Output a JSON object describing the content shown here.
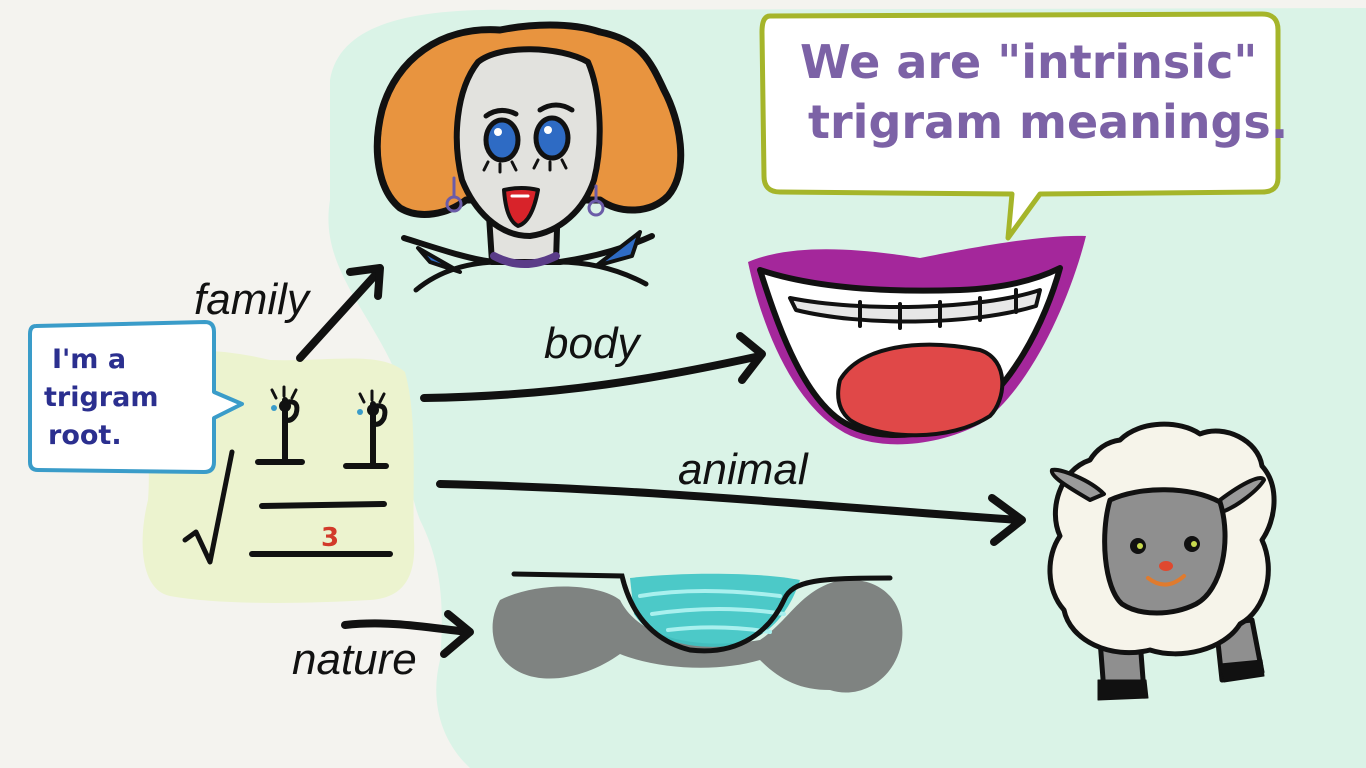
{
  "speech_bubbles": {
    "root": {
      "lines": [
        "I'm a",
        "trigram",
        "root."
      ]
    },
    "mouth": {
      "lines": [
        "We are \"intrinsic\"",
        "trigram meanings."
      ]
    }
  },
  "trigram_root": {
    "number": "3"
  },
  "arrows": {
    "family": "family",
    "body": "body",
    "animal": "animal",
    "nature": "nature"
  },
  "colors": {
    "background": "#f4f3ef",
    "meaning_region": "#daf3e7",
    "root_region": "#ecf3cf",
    "root_bubble_border": "#3a9cc9",
    "root_bubble_text": "#2b2f8f",
    "mouth_bubble_border": "#a5b52a",
    "mouth_bubble_text": "#7c62a6",
    "woman_hair": "#e8943f",
    "lips": "#a4279b",
    "water": "#3cc4c4"
  },
  "icons": [
    "woman-face-icon",
    "mouth-icon",
    "sheep-icon",
    "water-pit-icon",
    "trigram-root-icon"
  ]
}
